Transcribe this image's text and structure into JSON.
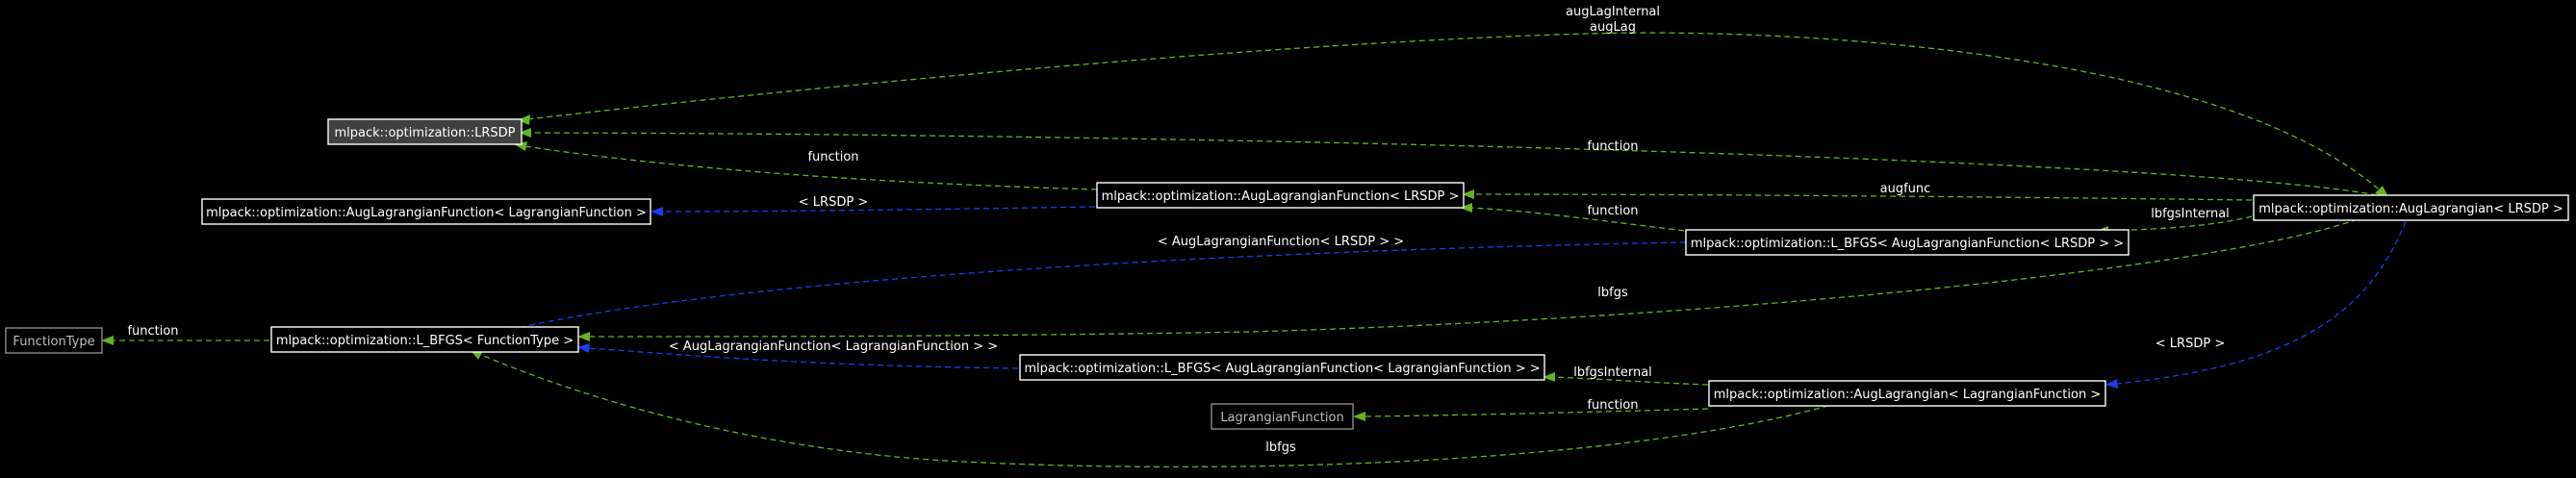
{
  "nodes": {
    "lrsdp": "mlpack::optimization::LRSDP",
    "aug_lag_fn_lagrangian": "mlpack::optimization::AugLagrangianFunction< LagrangianFunction >",
    "function_type": "FunctionType",
    "lbfgs_function_type": "mlpack::optimization::L_BFGS< FunctionType >",
    "aug_lag_fn_lrsdp": "mlpack::optimization::AugLagrangianFunction< LRSDP >",
    "lbfgs_aug_lrsdp": "mlpack::optimization::L_BFGS< AugLagrangianFunction< LRSDP > >",
    "lbfgs_aug_lagrangian": "mlpack::optimization::L_BFGS< AugLagrangianFunction< LagrangianFunction > >",
    "lagrangian_function": "LagrangianFunction",
    "aug_lagrangian_lrsdp": "mlpack::optimization::AugLagrangian< LRSDP >",
    "aug_lagrangian_lagrangian": "mlpack::optimization::AugLagrangian< LagrangianFunction >"
  },
  "edge_labels": {
    "aug_lag_internal": "augLagInternal",
    "aug_lag": "augLag",
    "function_top": "function",
    "function_lrsdp": "function",
    "lrsdp_template": "< LRSDP >",
    "aug_func": "augfunc",
    "function_mid": "function",
    "lbfgs_internal_top": "lbfgsInternal",
    "aug_lrsdp_template": "< AugLagrangianFunction< LRSDP > >",
    "lbfgs_mid": "lbfgs",
    "function_left": "function",
    "aug_lagrangian_template": "< AugLagrangianFunction< LagrangianFunction > >",
    "lbfgs_internal_bottom": "lbfgsInternal",
    "lrsdp_template_right": "< LRSDP >",
    "function_bottom": "function",
    "lbfgs_bottom": "lbfgs"
  },
  "colors": {
    "background": "#000000",
    "node_border": "#ffffff",
    "node_border_external": "#8a8a8a",
    "highlight_fill": "#404040",
    "usage_edge": "#63b422",
    "template_edge": "#1a3cf0"
  }
}
